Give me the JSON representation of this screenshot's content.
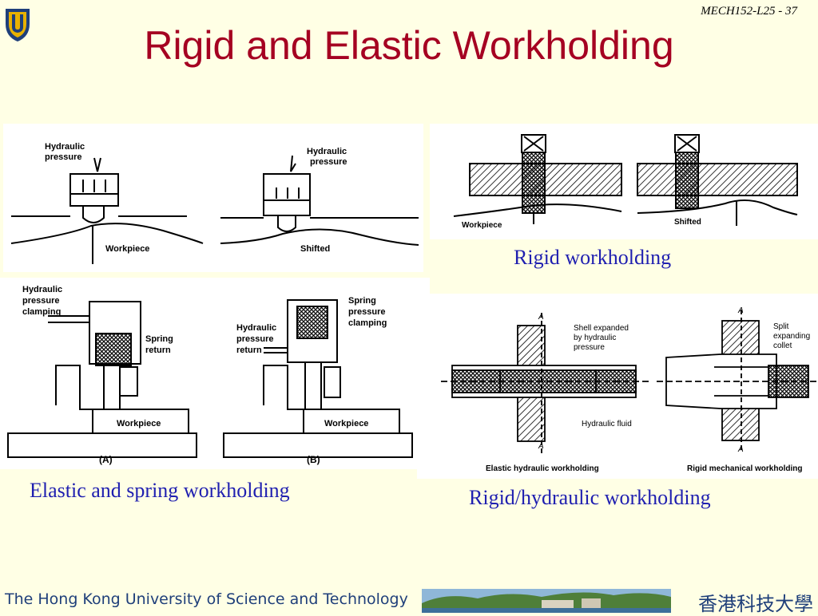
{
  "header": {
    "slide_number": "MECH152-L25 - 37",
    "title": "Rigid and Elastic Workholding"
  },
  "figures": {
    "top_left": {
      "labels": [
        "Hydraulic",
        "pressure",
        "Hydraulic",
        "pressure",
        "Workpiece",
        "Shifted"
      ]
    },
    "top_right": {
      "labels": [
        "Workpiece",
        "Shifted"
      ],
      "caption": "Rigid workholding"
    },
    "bottom_left": {
      "labels": [
        "Hydraulic",
        "pressure",
        "clamping",
        "Spring",
        "return",
        "Workpiece",
        "(A)",
        "Hydraulic",
        "pressure",
        "return",
        "Spring",
        "pressure",
        "clamping",
        "Workpiece",
        "(B)"
      ],
      "caption": "Elastic and spring workholding"
    },
    "bottom_right": {
      "labels": [
        "A",
        "Shell expanded",
        "by hydraulic",
        "pressure",
        "Hydraulic fluid",
        "A",
        "Elastic hydraulic workholding",
        "A",
        "Split",
        "expanding",
        "collet",
        "A",
        "Rigid mechanical workholding"
      ],
      "caption": "Rigid/hydraulic workholding"
    }
  },
  "footer": {
    "university": "The Hong Kong University of Science and Technology",
    "chinese_name": "香港科技大學"
  },
  "colors": {
    "background": "#ffffe5",
    "title": "#a50021",
    "caption": "#1f1fb0",
    "footer": "#1f3f7a"
  }
}
